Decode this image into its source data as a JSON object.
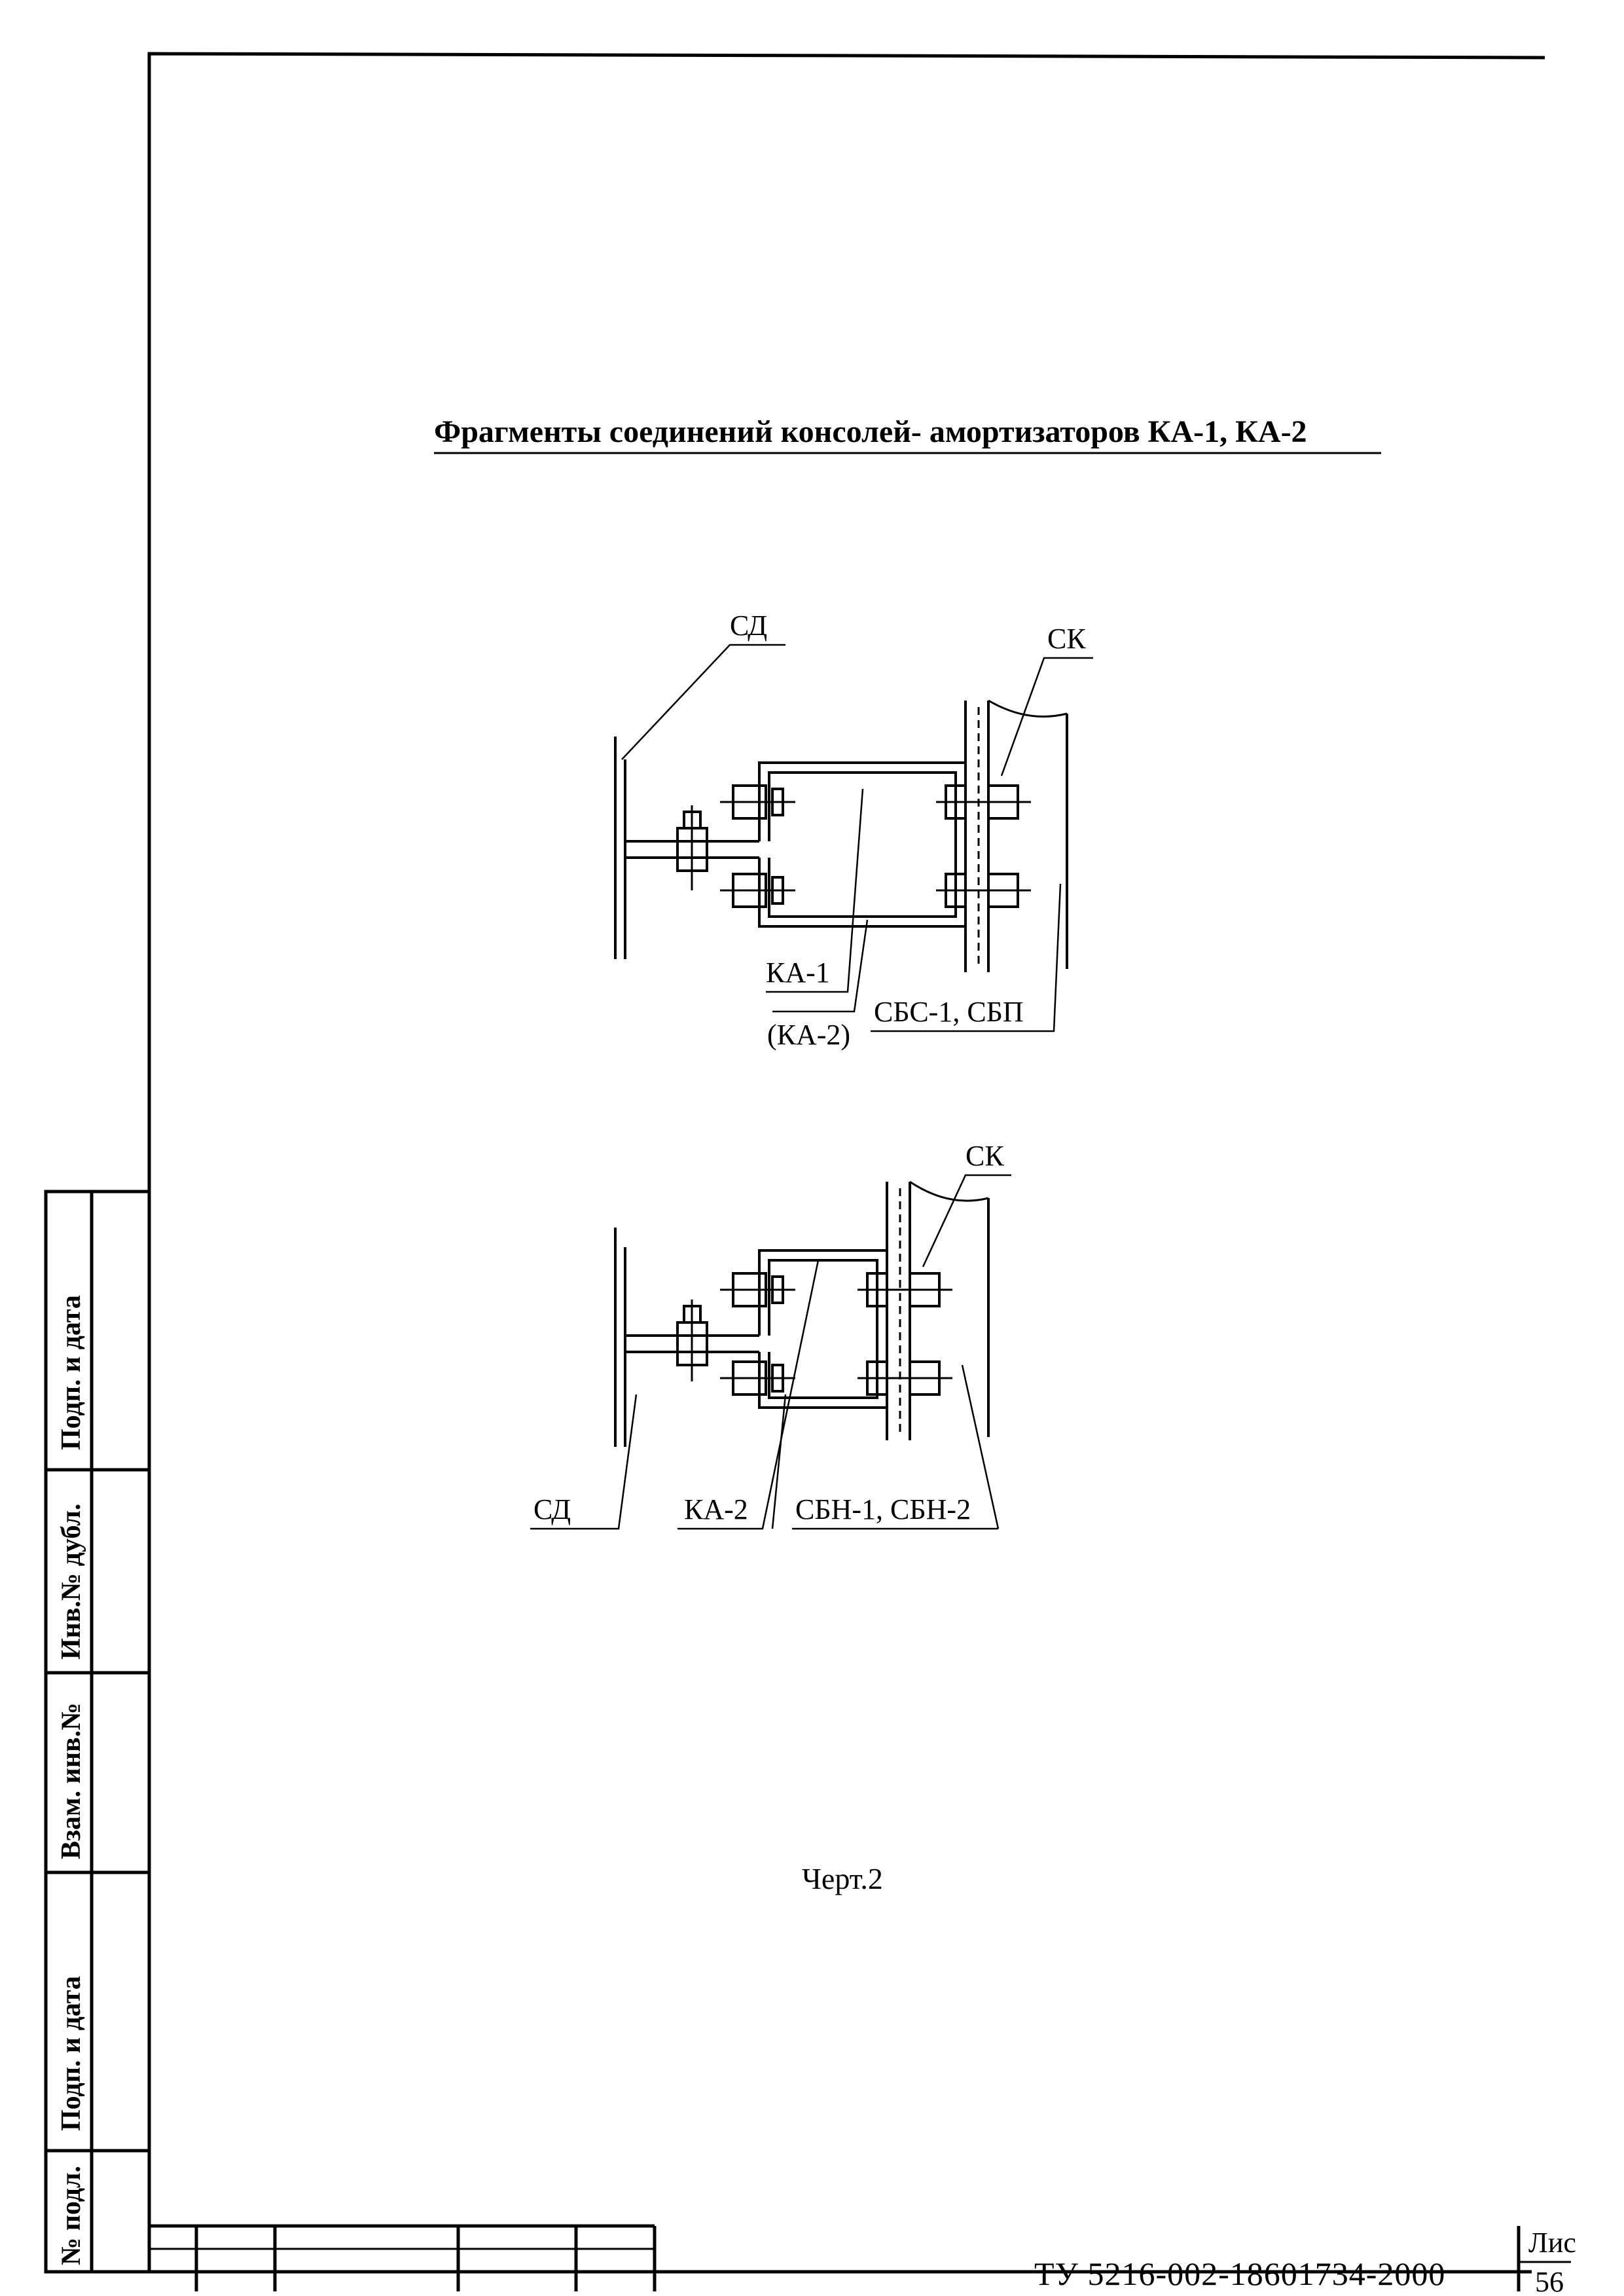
{
  "title": "Фрагменты соединений консолей- амортизаторов  КА-1,  КА-2",
  "fragment_top": {
    "label_sd": "СД",
    "label_sk": "СК",
    "label_ka": "КА-1",
    "label_ka_alt": "(КА-2)",
    "label_sb": "СБС-1, СБП"
  },
  "fragment_bottom": {
    "label_sd": "СД",
    "label_sk": "СК",
    "label_ka": "КА-2",
    "label_sb": "СБН-1, СБН-2"
  },
  "caption": "Черт.2",
  "side_stamp": {
    "podp_data_top": "Подп. и дата",
    "inv_dubl": "Инв.№ дубл.",
    "vzam_inv": "Взам. инв.№",
    "podp_data_bottom": "Подп. и дата",
    "inv_podl": "№ подл."
  },
  "title_block": {
    "doc_number": "ТУ 5216-002-18601734-2000",
    "sheet_label": "Лис",
    "sheet_number": "56"
  }
}
